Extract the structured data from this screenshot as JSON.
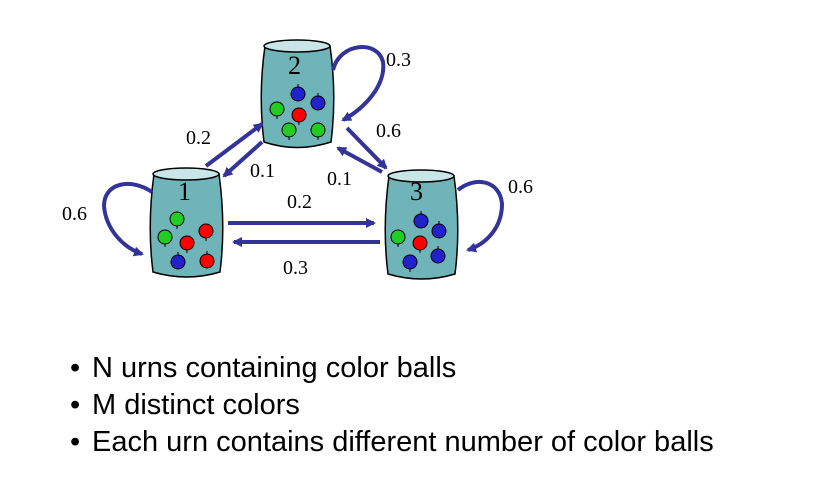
{
  "urns": [
    {
      "label": "1"
    },
    {
      "label": "2"
    },
    {
      "label": "3"
    }
  ],
  "transitions": {
    "p11": "0.6",
    "p12": "0.2",
    "p13": "0.2",
    "p21": "0.1",
    "p22": "0.3",
    "p23": "0.6",
    "p31": "0.3",
    "p32": "0.1",
    "p33": "0.6"
  },
  "bullet_symbol": "•",
  "bullets": [
    "N urns containing color balls",
    "M distinct colors",
    "Each urn contains different number of color balls"
  ],
  "colors": {
    "urn_fill": "#6fb4b9",
    "urn_top": "#c8e6e8",
    "arrow": "#33339a",
    "ball_red": "#ff0000",
    "ball_green": "#22cc22",
    "ball_blue": "#2222cc"
  }
}
